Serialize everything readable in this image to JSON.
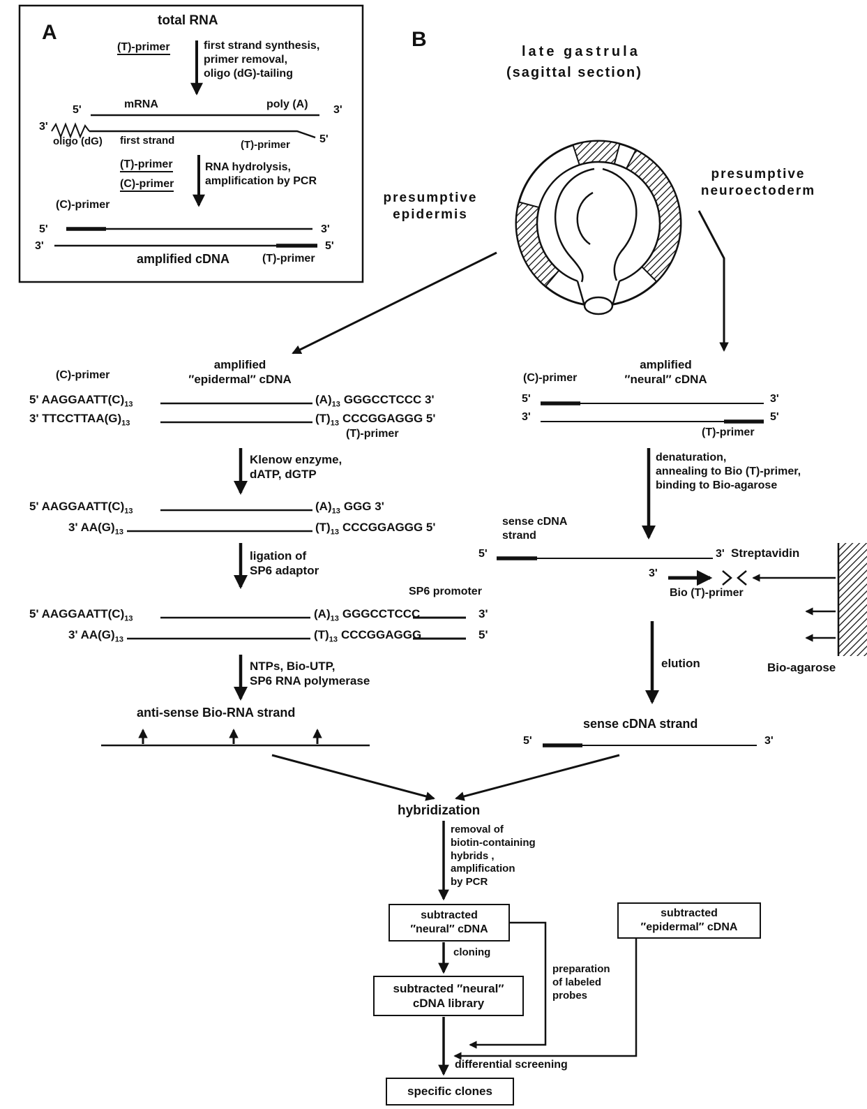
{
  "shared": {
    "five_prime": "5'",
    "three_prime": "3'",
    "t_primer": "(T)-primer",
    "c_primer": "(C)-primer",
    "sub13": "13"
  },
  "panelA": {
    "label": "A",
    "title": "total RNA",
    "step1": "first strand synthesis,\nprimer removal,\noligo (dG)-tailing",
    "mrna": "mRNA",
    "poly_a": "poly (A)",
    "oligo_dg": "oligo (dG)",
    "first_strand": "first strand",
    "step2": "RNA hydrolysis,\namplification by PCR",
    "amplified_cdna": "amplified cDNA"
  },
  "panelB": {
    "label": "B",
    "title": "late gastrula",
    "subtitle": "(sagittal section)",
    "epidermis": "presumptive\nepidermis",
    "neuroectoderm": "presumptive\nneuroectoderm"
  },
  "left": {
    "header": "amplified\n″epidermal″ cDNA",
    "row1_top_pre": "5' AAGGAATT(C)",
    "row1_top_post": "(A)",
    "row1_top_tail": "GGGCCTCCC 3'",
    "row1_bot_pre": "3' TTCCTTAA(G)",
    "row1_bot_post": "(T)",
    "row1_bot_tail": "CCCGGAGGG 5'",
    "step1": "Klenow enzyme,\ndATP, dGTP",
    "row2_top_pre": "5' AAGGAATT(C)",
    "row2_top_post": "(A)",
    "row2_top_tail": "GGG 3'",
    "row2_bot_pre": "3' AA(G)",
    "row2_bot_post": "(T)",
    "row2_bot_tail": "CCCGGAGGG 5'",
    "step2": "ligation of\nSP6 adaptor",
    "sp6_promoter": "SP6 promoter",
    "row3_top_pre": "5' AAGGAATT(C)",
    "row3_top_post": "(A)",
    "row3_top_tail": "GGGCCTCCC",
    "row3_top_end": "3'",
    "row3_bot_pre": "3' AA(G)",
    "row3_bot_post": "(T)",
    "row3_bot_tail": "CCCGGAGGG",
    "row3_bot_end": "5'",
    "step3": "NTPs, Bio-UTP,\nSP6 RNA polymerase",
    "antisense": "anti-sense Bio-RNA strand"
  },
  "right": {
    "header": "amplified\n″neural″ cDNA",
    "step1": "denaturation,\nannealing to Bio (T)-primer,\nbinding to Bio-agarose",
    "sense_strand_2line": "sense cDNA\nstrand",
    "streptavidin": "Streptavidin",
    "bio_t_primer": "Bio (T)-primer",
    "bio_agarose": "Bio-agarose",
    "elution": "elution",
    "sense_strand": "sense cDNA strand"
  },
  "bottom": {
    "hybridization": "hybridization",
    "removal": "removal of\nbiotin-containing\nhybrids ,\namplification\nby PCR",
    "box_neural": "subtracted\n″neural″ cDNA",
    "box_epidermal": "subtracted\n″epidermal″ cDNA",
    "cloning": "cloning",
    "box_library": "subtracted ″neural″\ncDNA library",
    "preparation": "preparation\nof labeled\nprobes",
    "differential": "differential screening",
    "box_specific": "specific clones"
  },
  "colors": {
    "ink": "#111111",
    "paper": "#ffffff"
  }
}
